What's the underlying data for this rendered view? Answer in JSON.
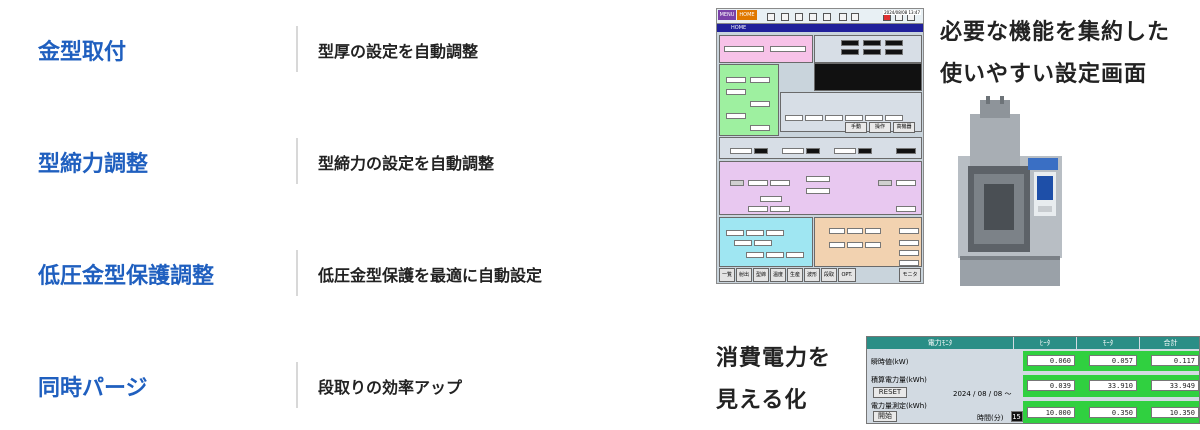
{
  "features": [
    {
      "title": "金型取付",
      "desc": "型厚の設定を自動調整"
    },
    {
      "title": "型締力調整",
      "desc": "型締力の設定を自動調整"
    },
    {
      "title": "低圧金型保護調整",
      "desc": "低圧金型保護を最適に自動設定"
    },
    {
      "title": "同時パージ",
      "desc": "段取りの効率アップ"
    }
  ],
  "headline": {
    "line1": "必要な機能を集約した",
    "line2": "使いやすい設定画面"
  },
  "power_heading": {
    "line1": "消費電力を",
    "line2": "見える化"
  },
  "screen": {
    "tab_menu": "MENU",
    "tab_home": "HOME",
    "home_bar": "HOME",
    "datetime": "2024/08/08 13:47",
    "mini_buttons": [
      "手動",
      "操作",
      "高機器"
    ],
    "bottom_buttons": [
      "一覧",
      "射出",
      "型締",
      "温度",
      "生産",
      "波形",
      "段取",
      "OPT.",
      "モニタ"
    ]
  },
  "power_table": {
    "headers": [
      "電力ﾓﾆﾀ",
      "ﾋｰﾀ",
      "ﾓｰﾀ",
      "合計"
    ],
    "rows": [
      {
        "label": "瞬時値(kW)",
        "values": [
          "0.060",
          "0.057",
          "0.117"
        ]
      },
      {
        "label": "積算電力量(kWh)",
        "button": "RESET",
        "date": "2024 / 08 / 08 〜",
        "values": [
          "0.039",
          "33.910",
          "33.949"
        ]
      },
      {
        "label": "電力量測定(kWh)",
        "button": "開始",
        "time_label": "時間(分)",
        "time_value": "15",
        "values": [
          "10.000",
          "0.350",
          "10.350"
        ]
      }
    ]
  },
  "colors": {
    "feature_title": "#1f5fbf",
    "table_header": "#2a8e86",
    "value_cell_bg": "#30d040"
  }
}
